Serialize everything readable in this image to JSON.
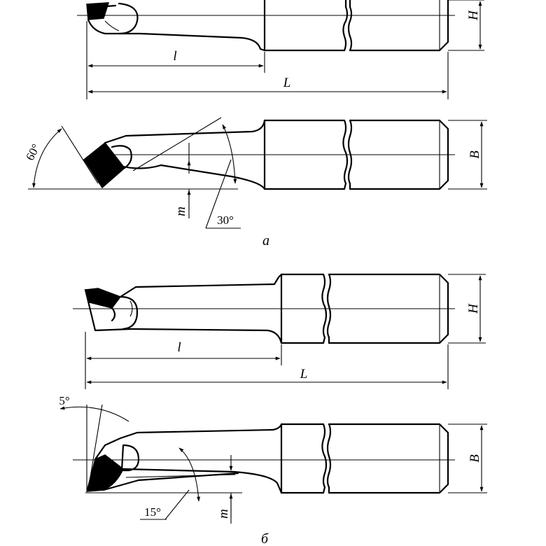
{
  "labels": {
    "a": {
      "length_L": "L",
      "length_l": "l",
      "height_H": "H",
      "width_B": "B",
      "offset_m": "m",
      "angle_main": "60°",
      "angle_aux": "30°",
      "caption": "а"
    },
    "b": {
      "length_L": "L",
      "length_l": "l",
      "height_H": "H",
      "width_B": "B",
      "offset_m": "m",
      "angle_top": "5°",
      "angle_aux": "15°",
      "caption": "б"
    }
  }
}
